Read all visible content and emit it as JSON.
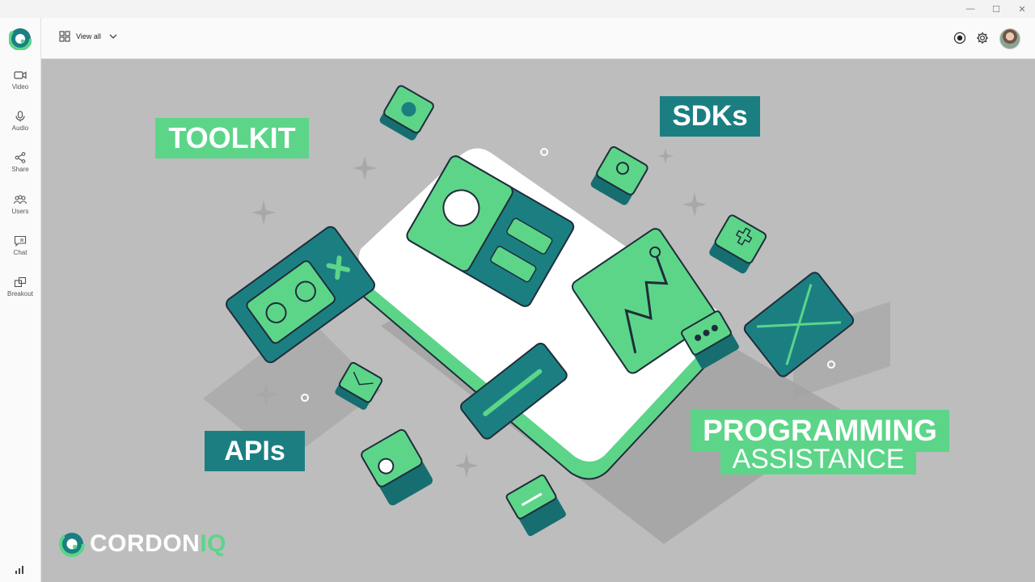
{
  "window": {
    "controls": {
      "minimize": "—",
      "maximize": "☐",
      "close": "✕"
    }
  },
  "sidebar": {
    "items": [
      {
        "label": "Video",
        "icon": "video-camera-icon"
      },
      {
        "label": "Audio",
        "icon": "microphone-icon"
      },
      {
        "label": "Share",
        "icon": "share-icon"
      },
      {
        "label": "Users",
        "icon": "users-icon"
      },
      {
        "label": "Chat",
        "icon": "chat-icon"
      },
      {
        "label": "Breakout",
        "icon": "breakout-icon"
      }
    ]
  },
  "topbar": {
    "view_label": "View all",
    "icons": [
      "grid-icon",
      "chevron-down-icon",
      "record-icon",
      "gear-icon",
      "avatar"
    ]
  },
  "stage": {
    "labels": {
      "toolkit": "TOOLKIT",
      "sdks": "SDKs",
      "apis": "APIs",
      "programming": "PROGRAMMING",
      "assistance": "ASSISTANCE"
    },
    "brand": {
      "name_main": "CORDON",
      "name_accent": "IQ"
    }
  },
  "colors": {
    "accent_green": "#5cd589",
    "teal": "#1b7f82",
    "dark_teal": "#166e71",
    "stage_bg": "#bdbdbd",
    "outline": "#1f2d3a"
  }
}
